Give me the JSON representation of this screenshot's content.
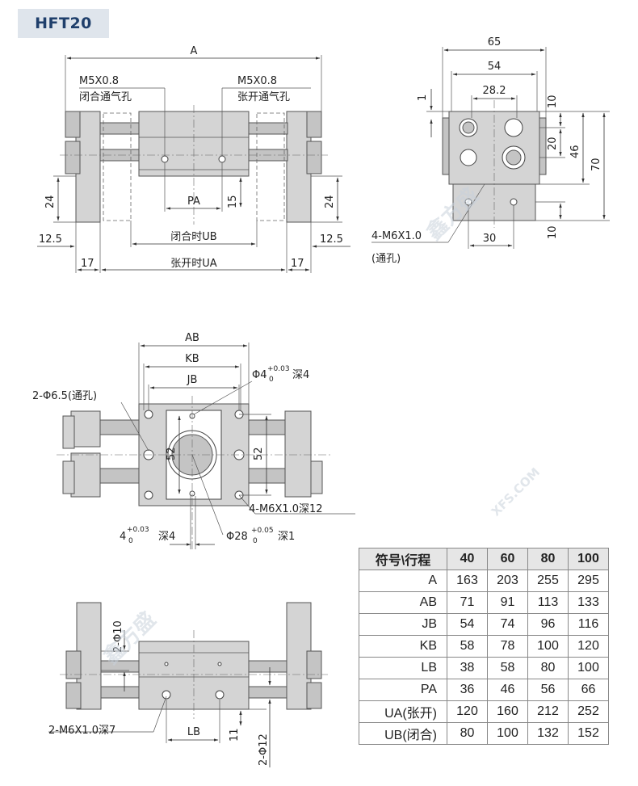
{
  "badge": "HFT20",
  "watermarks": [
    "鑫方盛",
    "XFS.COM"
  ],
  "views": {
    "front": {
      "dim_A": "A",
      "port_closed_thread": "M5X0.8",
      "port_closed_label": "闭合通气孔",
      "port_open_thread": "M5X0.8",
      "port_open_label": "张开通气孔",
      "dim_PA": "PA",
      "dim_15": "15",
      "dim_24_left": "24",
      "dim_24_right": "24",
      "dim_UB": "闭合时UB",
      "dim_12_5_left": "12.5",
      "dim_12_5_right": "12.5",
      "dim_17_left": "17",
      "dim_17_right": "17",
      "dim_UA": "张开时UA"
    },
    "side": {
      "dim_65": "65",
      "dim_54": "54",
      "dim_28_2": "28.2",
      "dim_1": "1",
      "dim_10_top": "10",
      "dim_20": "20",
      "dim_46": "46",
      "dim_70": "70",
      "dim_10_bottom": "10",
      "dim_30": "30",
      "thread": "4-M6X1.0",
      "thread_note": "(通孔)"
    },
    "top": {
      "dim_AB": "AB",
      "dim_KB": "KB",
      "dim_JB": "JB",
      "through_hole": "2-Φ6.5(通孔)",
      "pin_hole_top": "Φ4",
      "pin_tol_top_upper": "+0.03",
      "pin_tol_top_lower": "0",
      "pin_depth_top": "深4",
      "dim_52_left": "52",
      "dim_52_right": "52",
      "thread_holes": "4-M6X1.0深12",
      "pin_hole_bottom": "4",
      "pin_tol_bottom_upper": "+0.03",
      "pin_tol_bottom_lower": "0",
      "pin_depth_bottom": "深4",
      "bore": "Φ28",
      "bore_tol_upper": "+0.05",
      "bore_tol_lower": "0",
      "bore_depth": "深1"
    },
    "bottom": {
      "pin_10": "2-Φ10",
      "thread": "2-M6X1.0深7",
      "dim_LB": "LB",
      "dim_11": "11",
      "pin_12": "2-Φ12"
    }
  },
  "table": {
    "header_symbol": "符号\\行程",
    "strokes": [
      "40",
      "60",
      "80",
      "100"
    ],
    "rows": [
      {
        "symbol": "A",
        "values": [
          "163",
          "203",
          "255",
          "295"
        ]
      },
      {
        "symbol": "AB",
        "values": [
          "71",
          "91",
          "113",
          "133"
        ]
      },
      {
        "symbol": "JB",
        "values": [
          "54",
          "74",
          "96",
          "116"
        ]
      },
      {
        "symbol": "KB",
        "values": [
          "58",
          "78",
          "100",
          "120"
        ]
      },
      {
        "symbol": "LB",
        "values": [
          "38",
          "58",
          "80",
          "100"
        ]
      },
      {
        "symbol": "PA",
        "values": [
          "36",
          "46",
          "56",
          "66"
        ]
      },
      {
        "symbol": "UA(张开)",
        "values": [
          "120",
          "160",
          "212",
          "252"
        ]
      },
      {
        "symbol": "UB(闭合)",
        "values": [
          "80",
          "100",
          "132",
          "152"
        ]
      }
    ]
  }
}
